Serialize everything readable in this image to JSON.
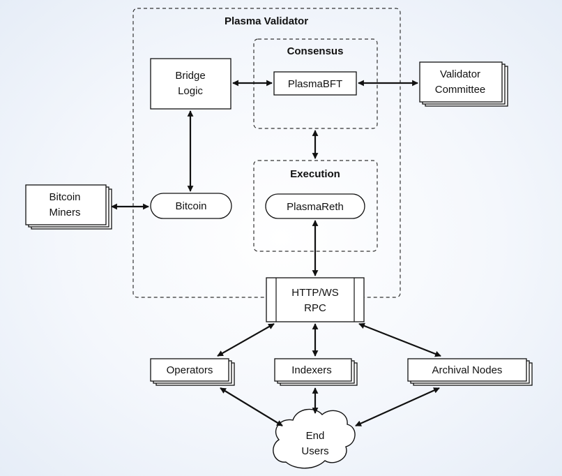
{
  "groups": {
    "validator": "Plasma Validator",
    "consensus": "Consensus",
    "execution": "Execution"
  },
  "nodes": {
    "bridge_logic": [
      "Bridge",
      "Logic"
    ],
    "plasma_bft": "PlasmaBFT",
    "validator_committee": [
      "Validator",
      "Committee"
    ],
    "bitcoin_miners": [
      "Bitcoin",
      "Miners"
    ],
    "bitcoin": "Bitcoin",
    "plasma_reth": "PlasmaReth",
    "rpc": [
      "HTTP/WS",
      "RPC"
    ],
    "operators": "Operators",
    "indexers": "Indexers",
    "archival_nodes": "Archival Nodes",
    "end_users": [
      "End",
      "Users"
    ]
  }
}
